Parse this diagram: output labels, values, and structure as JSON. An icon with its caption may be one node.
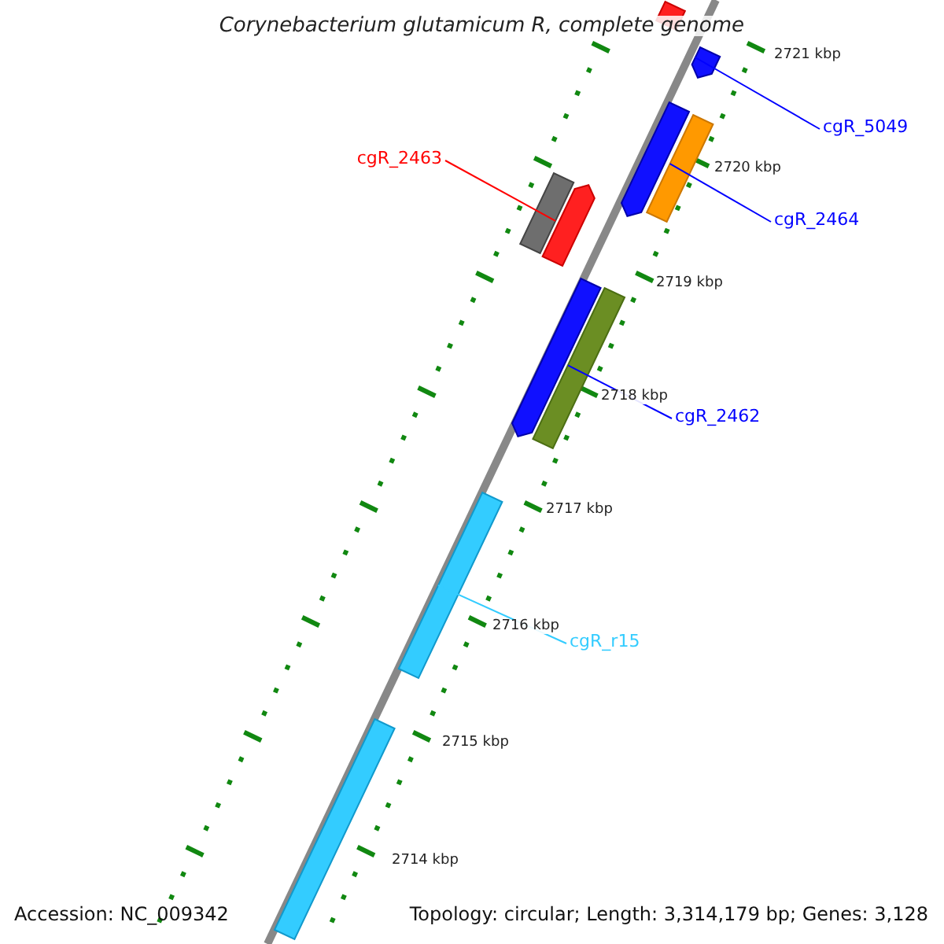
{
  "diagram": {
    "title": "Corynebacterium glutamicum R, complete genome",
    "nodes": [
      {
        "text": [
          "cgR_5049"
        ]
      },
      {
        "text": [],
        "shape": "bar"
      },
      {
        "text": [
          "cgR_2463"
        ]
      },
      {
        "text": [],
        "shape": "bar"
      },
      {
        "text": [
          "cgR_2464"
        ]
      },
      {
        "text": [],
        "shape": "bar"
      },
      {
        "text": [
          "cgR_2462"
        ]
      },
      {
        "text": [],
        "shape": "bar"
      },
      {
        "text": [
          "cgR_r15"
        ]
      },
      {
        "text": [],
        "shape": "bar"
      }
    ],
    "edges": [
      {
        "from": 0,
        "to": 1,
        "arrow": "none"
      },
      {
        "from": 2,
        "to": 3,
        "arrow": "none",
        "color": "#ff0000"
      },
      {
        "from": 4,
        "to": 5,
        "arrow": "none"
      },
      {
        "from": 6,
        "to": 7,
        "arrow": "none"
      },
      {
        "from": 8,
        "to": 9,
        "arrow": "none",
        "color": "#33ccff"
      }
    ],
    "labels": [
      "2721 kbp",
      "2720 kbp",
      "2719 kbp",
      "2718 kbp",
      "2717 kbp",
      "2716 kbp",
      "2715 kbp",
      "2714 kbp",
      "Accession: NC_009342",
      "Topology: circular; Length: 3,314,179 bp; Genes: 3,128"
    ]
  }
}
